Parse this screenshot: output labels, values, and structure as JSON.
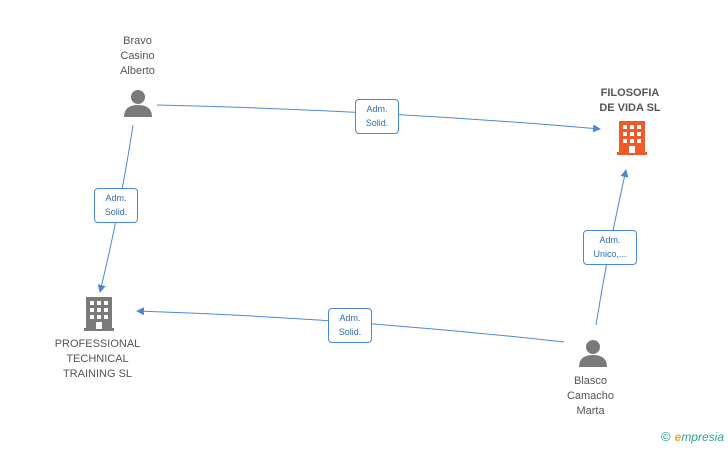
{
  "nodes": {
    "bravo": {
      "lines": [
        "Bravo",
        "Casino",
        "Alberto"
      ],
      "type": "person"
    },
    "filosofia": {
      "lines": [
        "FILOSOFIA",
        "DE VIDA SL"
      ],
      "type": "company",
      "highlight": true
    },
    "professional": {
      "lines": [
        "PROFESSIONAL",
        "TECHNICAL",
        "TRAINING SL"
      ],
      "type": "company"
    },
    "blasco": {
      "lines": [
        "Blasco",
        "Camacho",
        "Marta"
      ],
      "type": "person"
    }
  },
  "edges": {
    "bravo_filosofia": {
      "lines": [
        "Adm.",
        "Solid."
      ]
    },
    "bravo_professional": {
      "lines": [
        "Adm.",
        "Solid."
      ]
    },
    "blasco_filosofia": {
      "lines": [
        "Adm.",
        "Unico,..."
      ]
    },
    "blasco_professional": {
      "lines": [
        "Adm.",
        "Solid."
      ]
    }
  },
  "colors": {
    "edge": "#4a8ad4",
    "person": "#7a7a7a",
    "company": "#7a7a7a",
    "company_highlight": "#f05a28",
    "brand": "#2aa39a"
  },
  "brand": {
    "copyright": "©",
    "e": "e",
    "rest": "mpresia"
  }
}
